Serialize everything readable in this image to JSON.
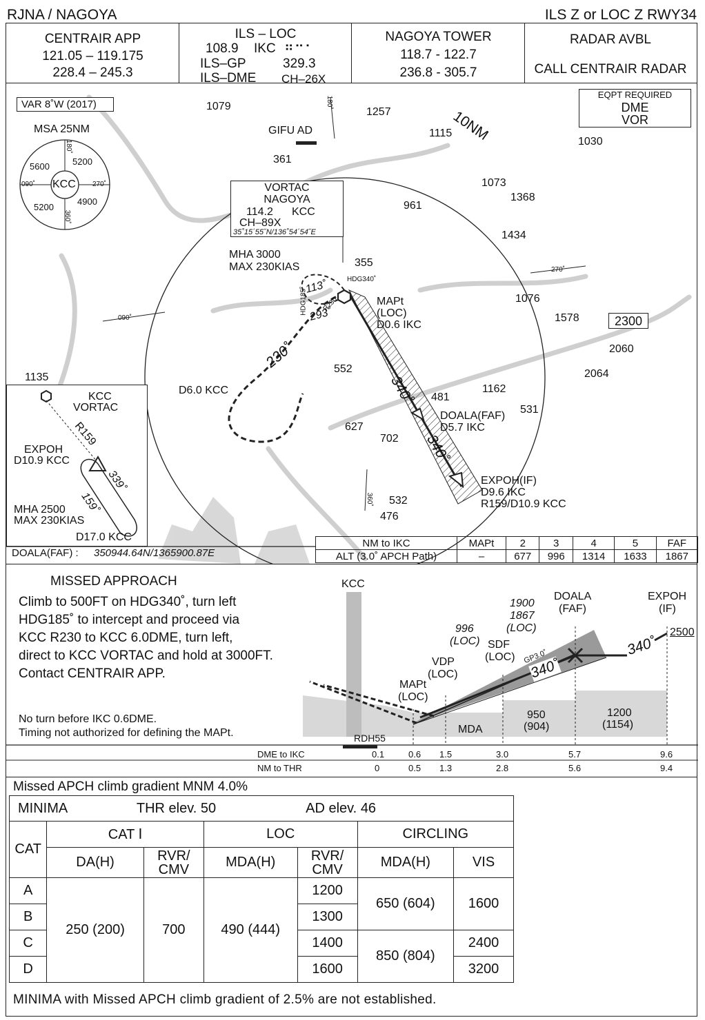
{
  "header": {
    "left_title": "RJNA / NAGOYA",
    "right_title": "ILS Z or LOC Z RWY34"
  },
  "frequencies": {
    "app_name": "CENTRAIR APP",
    "app_freq1": "121.05 – 119.175",
    "app_freq2": "228.4 – 245.3",
    "ils_title": "ILS – LOC",
    "ils_freq": "108.9",
    "ils_ident": "IKC",
    "ils_morse": "⠶⠒⠂",
    "gp_label": "ILS–GP",
    "gp_freq": "329.3",
    "dme_label": "ILS–DME",
    "dme_ch": "CH–26X",
    "tower_name": "NAGOYA  TOWER",
    "tower_freq1": "118.7 - 122.7",
    "tower_freq2": "236.8 - 305.7",
    "radar1": "RADAR  AVBL",
    "radar2": "CALL CENTRAIR RADAR"
  },
  "plan": {
    "var": "VAR 8˚W (2017)",
    "msa_title": "MSA 25NM",
    "msa_center": "KCC",
    "msa_ne": "5200",
    "msa_nw": "5600",
    "msa_sw": "5200",
    "msa_se": "4900",
    "msa_b180": "180˚",
    "msa_b270": "270˚",
    "msa_b090": "090˚",
    "msa_b360": "360˚",
    "eqpt_title": "EQPT REQUIRED",
    "eqpt1": "DME",
    "eqpt2": "VOR",
    "ring": "10NM",
    "gifu": "GIFU AD",
    "vortac_title": "VORTAC",
    "vortac_name": "NAGOYA",
    "vortac_freq": "114.2",
    "vortac_ident": "KCC",
    "vortac_ch": "CH–89X",
    "vortac_coord": "35˚15΄55˝N/136˚54΄54˝E",
    "mha": "MHA 3000",
    "maxkias": "MAX 230KIAS",
    "crs113": "113˚",
    "crs293": "293˚",
    "hdg185": "HDG185˚",
    "r230": "R230",
    "hdg340": "HDG340˚",
    "crs230": "230˚",
    "d6": "D6.0 KCC",
    "mapt1": "MAPt",
    "mapt2": "(LOC)",
    "mapt3": "D0.6 IKC",
    "crs340a": "340˚",
    "crs340b": "340˚",
    "doala1": "DOALA(FAF)",
    "doala2": "D5.7 IKC",
    "expoh1": "EXPOH(IF)",
    "expoh2": "D9.6 IKC",
    "expoh3": "R159/D10.9 KCC",
    "arrow180": "180˚",
    "arrow270": "270˚",
    "arrow090": "090˚",
    "arrow360": "360˚",
    "msa_box": "2300",
    "elevations": [
      "1079",
      "1257",
      "1115",
      "1030",
      "361",
      "1073",
      "1368",
      "961",
      "1434",
      "355",
      "1076",
      "1578",
      "2060",
      "2064",
      "552",
      "1162",
      "481",
      "531",
      "627",
      "702",
      "532",
      "476",
      "1135"
    ]
  },
  "inset": {
    "kcc1": "KCC",
    "kcc2": "VORTAC",
    "r159": "R159",
    "expoh1": "EXPOH",
    "expoh2": "D10.9 KCC",
    "c339": "339˚",
    "c159": "159˚",
    "mha": "MHA 2500",
    "maxkias": "MAX 230KIAS",
    "d17": "D17.0 KCC"
  },
  "doala_coord_label": "DOALA(FAF) :",
  "doala_coord": "350944.64N/1365900.87E",
  "alt_table": {
    "row1": [
      "NM to IKC",
      "MAPt",
      "2",
      "3",
      "4",
      "5",
      "FAF"
    ],
    "row2": [
      "ALT (3.0˚ APCH Path)",
      "–",
      "677",
      "996",
      "1314",
      "1633",
      "1867"
    ]
  },
  "missed": {
    "title": "MISSED APPROACH",
    "lines": [
      "Climb to 500FT on HDG340˚, turn left",
      "HDG185˚ to intercept and proceed via",
      "KCC R230 to KCC 6.0DME, turn left,",
      "direct to KCC VORTAC and hold at 3000FT.",
      "Contact CENTRAIR APP."
    ],
    "note1": "No turn before IKC 0.6DME.",
    "note2": "Timing not authorized for defining the MAPt."
  },
  "profile": {
    "kcc": "KCC",
    "doala1": "DOALA",
    "doala2": "(FAF)",
    "expoh1": "EXPOH",
    "expoh2": "(IF)",
    "a1900": "1900",
    "a1867": "1867",
    "loc_a": "(LOC)",
    "a996": "996",
    "loc_b": "(LOC)",
    "sdf": "SDF",
    "sdf_loc": "(LOC)",
    "vdp": "VDP",
    "vdp_loc": "(LOC)",
    "mapt": "MAPt",
    "mapt_loc": "(LOC)",
    "crs340": "340˚",
    "crs340b": "340˚",
    "gp": "GP3.0˚",
    "a2500": "2500",
    "mda": "MDA",
    "s950": "950",
    "s904": "(904)",
    "s1200": "1200",
    "s1154": "(1154)",
    "rdh": "RDH55",
    "dme_label": "DME to IKC",
    "thr_label": "NM to THR",
    "dme_vals": [
      "0.1",
      "0.6",
      "1.5",
      "3.0",
      "5.7",
      "9.6"
    ],
    "thr_vals": [
      "0",
      "0.5",
      "1.3",
      "2.8",
      "5.6",
      "9.4"
    ]
  },
  "minima": {
    "gradient": "Missed APCH climb gradient MNM 4.0%",
    "title": "MINIMA",
    "thr_label": "THR elev.",
    "thr_val": "50",
    "ad_label": "AD elev.",
    "ad_val": "46",
    "cat": "CAT",
    "cat1": "CAT Ⅰ",
    "loc": "LOC",
    "circling": "CIRCLING",
    "da": "DA(H)",
    "rvr1": "RVR/",
    "cmv1": "CMV",
    "mda": "MDA(H)",
    "rvr2": "RVR/",
    "cmv2": "CMV",
    "mda2": "MDA(H)",
    "vis": "VIS",
    "cats": [
      "A",
      "B",
      "C",
      "D"
    ],
    "da_val": "250 (200)",
    "rvr_val": "700",
    "loc_mda": "490 (444)",
    "loc_rvr": [
      "1200",
      "1300",
      "1400",
      "1600"
    ],
    "circ_ab": "650 (604)",
    "circ_cd": "850 (804)",
    "vis_ab": "1600",
    "vis_c": "2400",
    "vis_d": "3200",
    "footer": "MINIMA with Missed APCH climb gradient of 2.5% are not established."
  }
}
